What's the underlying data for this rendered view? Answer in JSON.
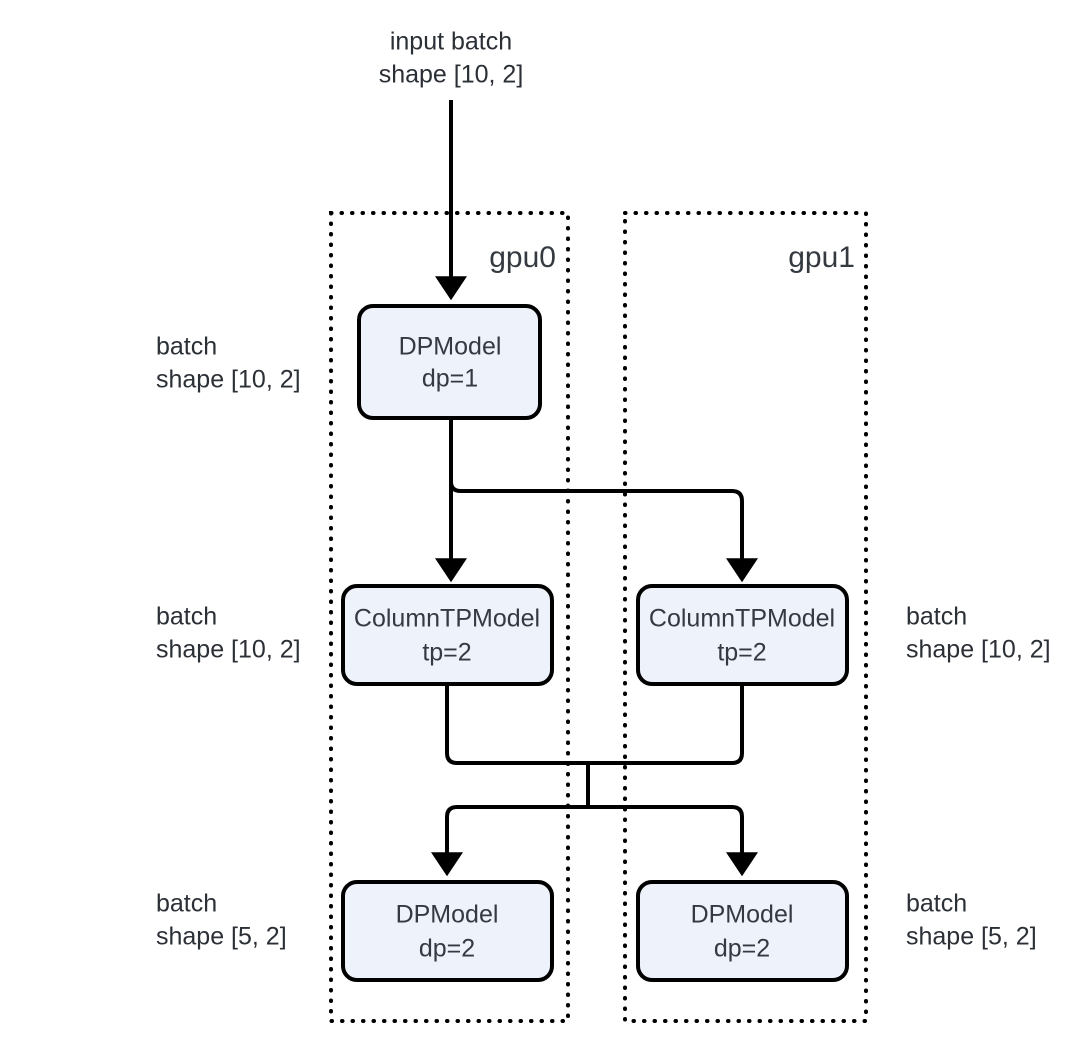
{
  "diagram": {
    "title_text": {
      "line1": "input batch",
      "line2": "shape [10, 2]"
    },
    "gpus": [
      {
        "id": "gpu0",
        "label": "gpu0"
      },
      {
        "id": "gpu1",
        "label": "gpu1"
      }
    ],
    "nodes": [
      {
        "id": "dp-model-top",
        "gpu": "gpu0",
        "row": 1,
        "line1": "DPModel",
        "line2": "dp=1"
      },
      {
        "id": "column-tp-model-gpu0",
        "gpu": "gpu0",
        "row": 2,
        "line1": "ColumnTPModel",
        "line2": "tp=2"
      },
      {
        "id": "column-tp-model-gpu1",
        "gpu": "gpu1",
        "row": 2,
        "line1": "ColumnTPModel",
        "line2": "tp=2"
      },
      {
        "id": "dp-model-gpu0",
        "gpu": "gpu0",
        "row": 3,
        "line1": "DPModel",
        "line2": "dp=2"
      },
      {
        "id": "dp-model-gpu1",
        "gpu": "gpu1",
        "row": 3,
        "line1": "DPModel",
        "line2": "dp=2"
      }
    ],
    "left_labels": [
      {
        "id": "left-row1",
        "line1": "batch",
        "line2": "shape [10, 2]"
      },
      {
        "id": "left-row2",
        "line1": "batch",
        "line2": "shape [10, 2]"
      },
      {
        "id": "left-row3",
        "line1": "batch",
        "line2": "shape [5, 2]"
      }
    ],
    "right_labels": [
      {
        "id": "right-row2",
        "line1": "batch",
        "line2": "shape [10, 2]"
      },
      {
        "id": "right-row3",
        "line1": "batch",
        "line2": "shape [5, 2]"
      }
    ],
    "colors": {
      "node_fill": "#eef2fb",
      "node_stroke": "#000000",
      "text": "#343a40",
      "background": "#ffffff"
    }
  }
}
